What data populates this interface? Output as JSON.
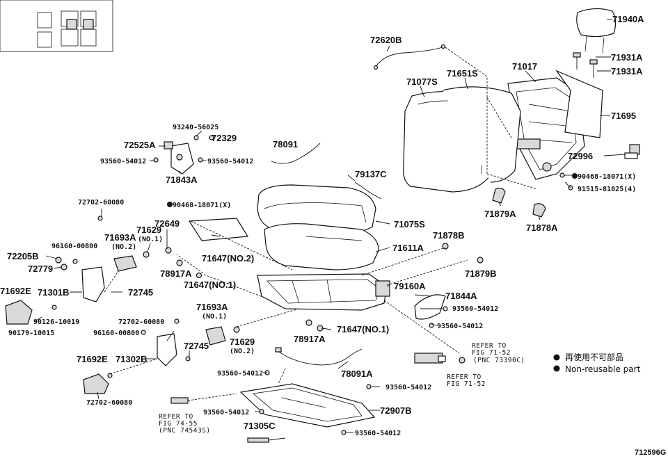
{
  "labels": {
    "p71940A": "71940A",
    "p72620B": "72620B",
    "p71931A_1": "71931A",
    "p71931A_2": "71931A",
    "p71017": "71017",
    "p71077S": "71077S",
    "p71651S": "71651S",
    "p71695": "71695",
    "p72996": "72996",
    "p90468_r": "90468-18071(X)",
    "p91515": "91515-81025(4)",
    "p71879A": "71879A",
    "p71878A": "71878A",
    "p93240": "93240-56025",
    "p72329": "72329",
    "p72525A": "72525A",
    "p78091": "78091",
    "p93560_a": "93560-54012",
    "p93560_b": "93560-54012",
    "p71843A": "71843A",
    "p79137C": "79137C",
    "p72702_a": "72702-60080",
    "p90468_l": "90468-18071(X)",
    "p71075S": "71075S",
    "p72649": "72649",
    "p71629_1": "71629",
    "p71629_1n": "(NO.1)",
    "p71693A_2": "71693A",
    "p71693A_2n": "(NO.2)",
    "p96160_a": "96160-00800",
    "p72205B": "72205B",
    "p72779": "72779",
    "p78917A_a": "78917A",
    "p71647_2": "71647(NO.2)",
    "p71878B": "71878B",
    "p71611A": "71611A",
    "p71879B": "71879B",
    "p71692E_a": "71692E",
    "p71301B": "71301B",
    "p72745_a": "72745",
    "p71647_1a": "71647(NO.1)",
    "p79160A": "79160A",
    "p71844A": "71844A",
    "p90126": "90126-10019",
    "p90179": "90179-10015",
    "p93560_c": "93560-54012",
    "p93560_d": "93560-54012",
    "p71693A_1": "71693A",
    "p71693A_1n": "(NO.1)",
    "p72702_b": "72702-60080",
    "p96160_b": "96160-00800",
    "p71647_1b": "71647(NO.1)",
    "p78917A_b": "78917A",
    "p72745_b": "72745",
    "p71629_2": "71629",
    "p71629_2n": "(NO.2)",
    "p71692E_b": "71692E",
    "p71302B": "71302B",
    "ref1_a": "REFER TO",
    "ref1_b": "FIG 71-52",
    "ref1_c": "(PNC 73390C)",
    "ref2_a": "REFER TO",
    "ref2_b": "FIG 71-52",
    "p78091A": "78091A",
    "p93560_e": "93560-54012",
    "p93560_f": "93560-54012",
    "p72907B": "72907B",
    "p93560_g": "93560-54012",
    "p93560_h": "93560-54012",
    "p72702_c": "72702-60080",
    "ref3_a": "REFER TO",
    "ref3_b": "FIG 74-55",
    "ref3_c": "(PNC 74543S)",
    "p71305C": "71305C"
  },
  "legend": {
    "item1": "再使用不可部品",
    "item2": "Non-reusable part"
  },
  "figure_code": "712596G",
  "colors": {
    "ink": "#111111",
    "paper": "#ffffff"
  }
}
